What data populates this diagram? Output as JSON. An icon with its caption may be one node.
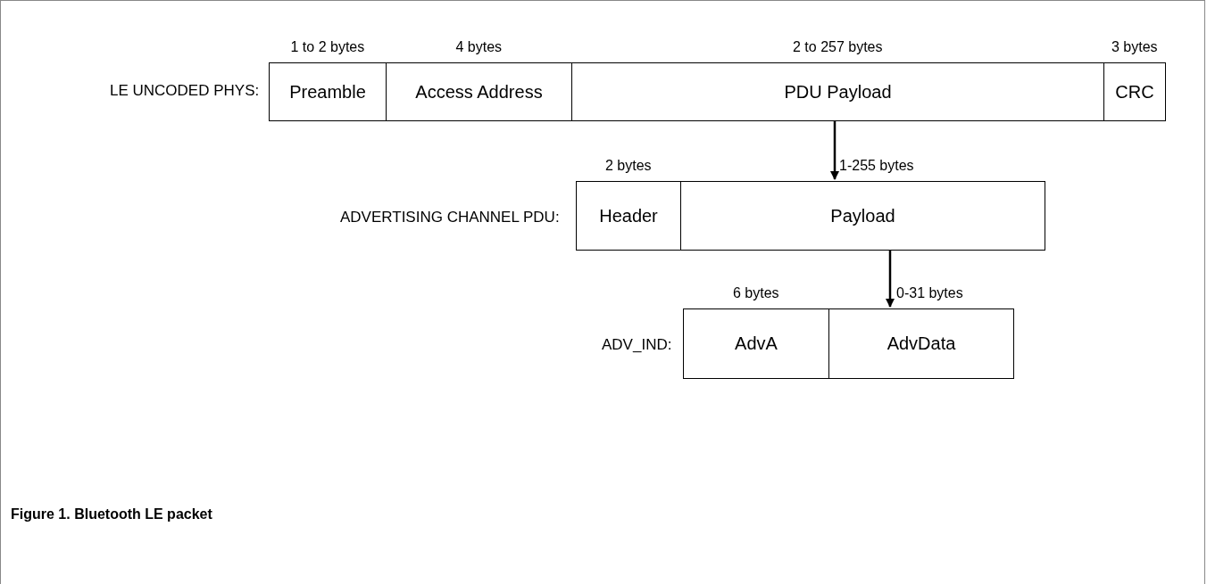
{
  "diagram": {
    "caption": "Figure 1. Bluetooth LE packet",
    "nodes": [
      {
        "text": [
          "Preamble"
        ],
        "beside": [
          "1 to 2 bytes"
        ]
      },
      {
        "text": [
          "Access Address"
        ],
        "beside": [
          "4 bytes"
        ]
      },
      {
        "text": [
          "PDU Payload"
        ],
        "beside": [
          "2 to 257 bytes"
        ]
      },
      {
        "text": [
          "CRC"
        ],
        "beside": [
          "3 bytes"
        ]
      },
      {
        "text": [
          "Header"
        ],
        "beside": [
          "2 bytes"
        ]
      },
      {
        "text": [
          "Payload"
        ],
        "beside": [
          "1-255 bytes"
        ]
      },
      {
        "text": [
          "AdvA"
        ],
        "beside": [
          "6 bytes"
        ]
      },
      {
        "text": [
          "AdvData"
        ],
        "beside": [
          "0-31 bytes"
        ]
      }
    ],
    "edges": [
      {
        "from": 2,
        "to": 5,
        "arrow": "to"
      },
      {
        "from": 5,
        "to": 7,
        "arrow": "to"
      }
    ],
    "labels": [
      "LE UNCODED PHYS:",
      "ADVERTISING CHANNEL PDU:",
      "ADV_IND:"
    ]
  }
}
